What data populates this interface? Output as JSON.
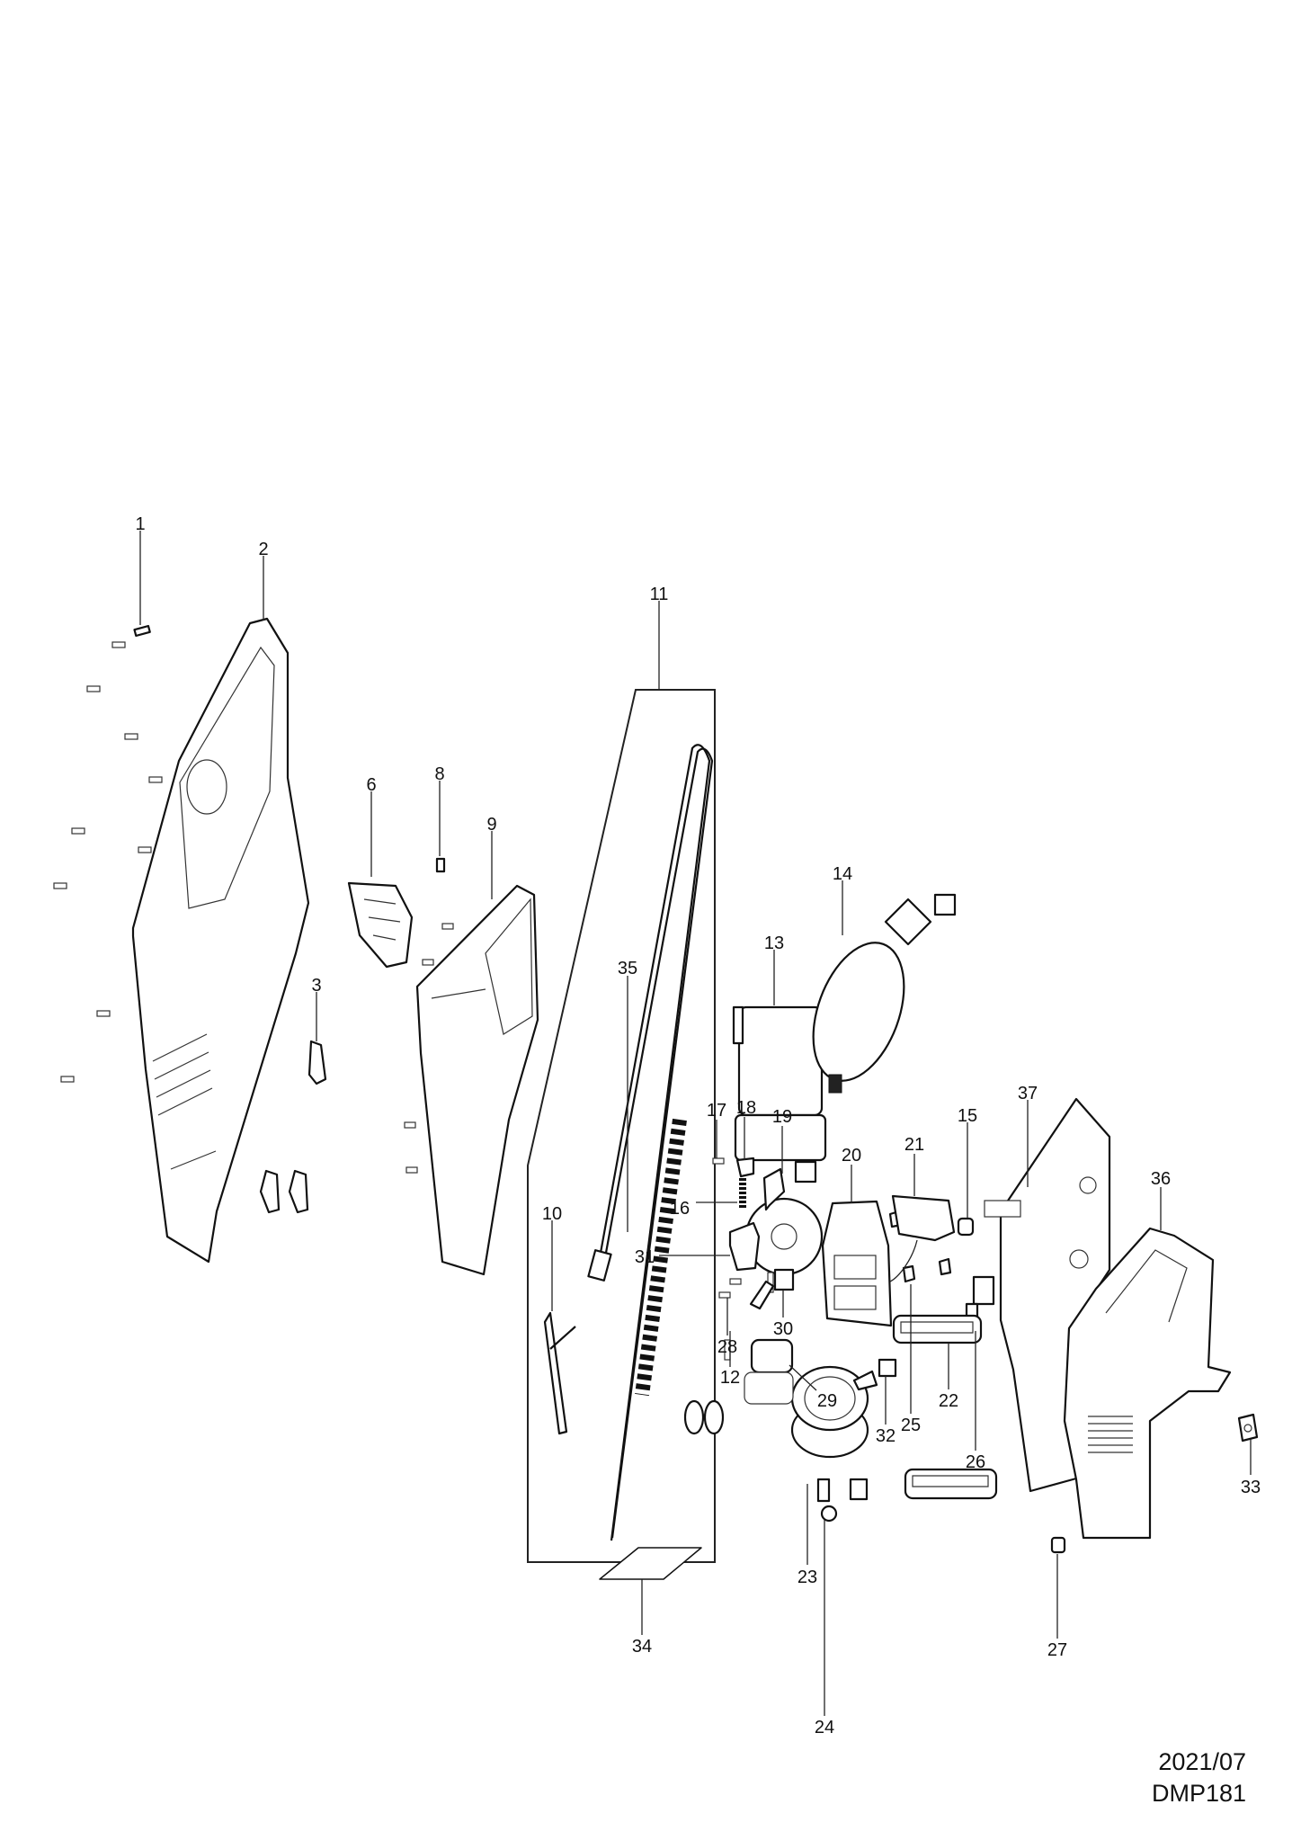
{
  "diagram": {
    "labels": {
      "p1": "1",
      "p2": "2",
      "p3": "3",
      "p6": "6",
      "p8": "8",
      "p9": "9",
      "p10": "10",
      "p11": "11",
      "p12": "12",
      "p13": "13",
      "p14": "14",
      "p15": "15",
      "p16": "16",
      "p17": "17",
      "p18": "18",
      "p19": "19",
      "p20": "20",
      "p21": "21",
      "p22": "22",
      "p23": "23",
      "p24": "24",
      "p25": "25",
      "p26": "26",
      "p27": "27",
      "p28": "28",
      "p29": "29",
      "p30": "30",
      "p31": "31",
      "p32": "32",
      "p33": "33",
      "p34": "34",
      "p35": "35",
      "p36": "36",
      "p37": "37"
    },
    "footer": {
      "date": "2021/07",
      "model": "DMP181"
    }
  }
}
